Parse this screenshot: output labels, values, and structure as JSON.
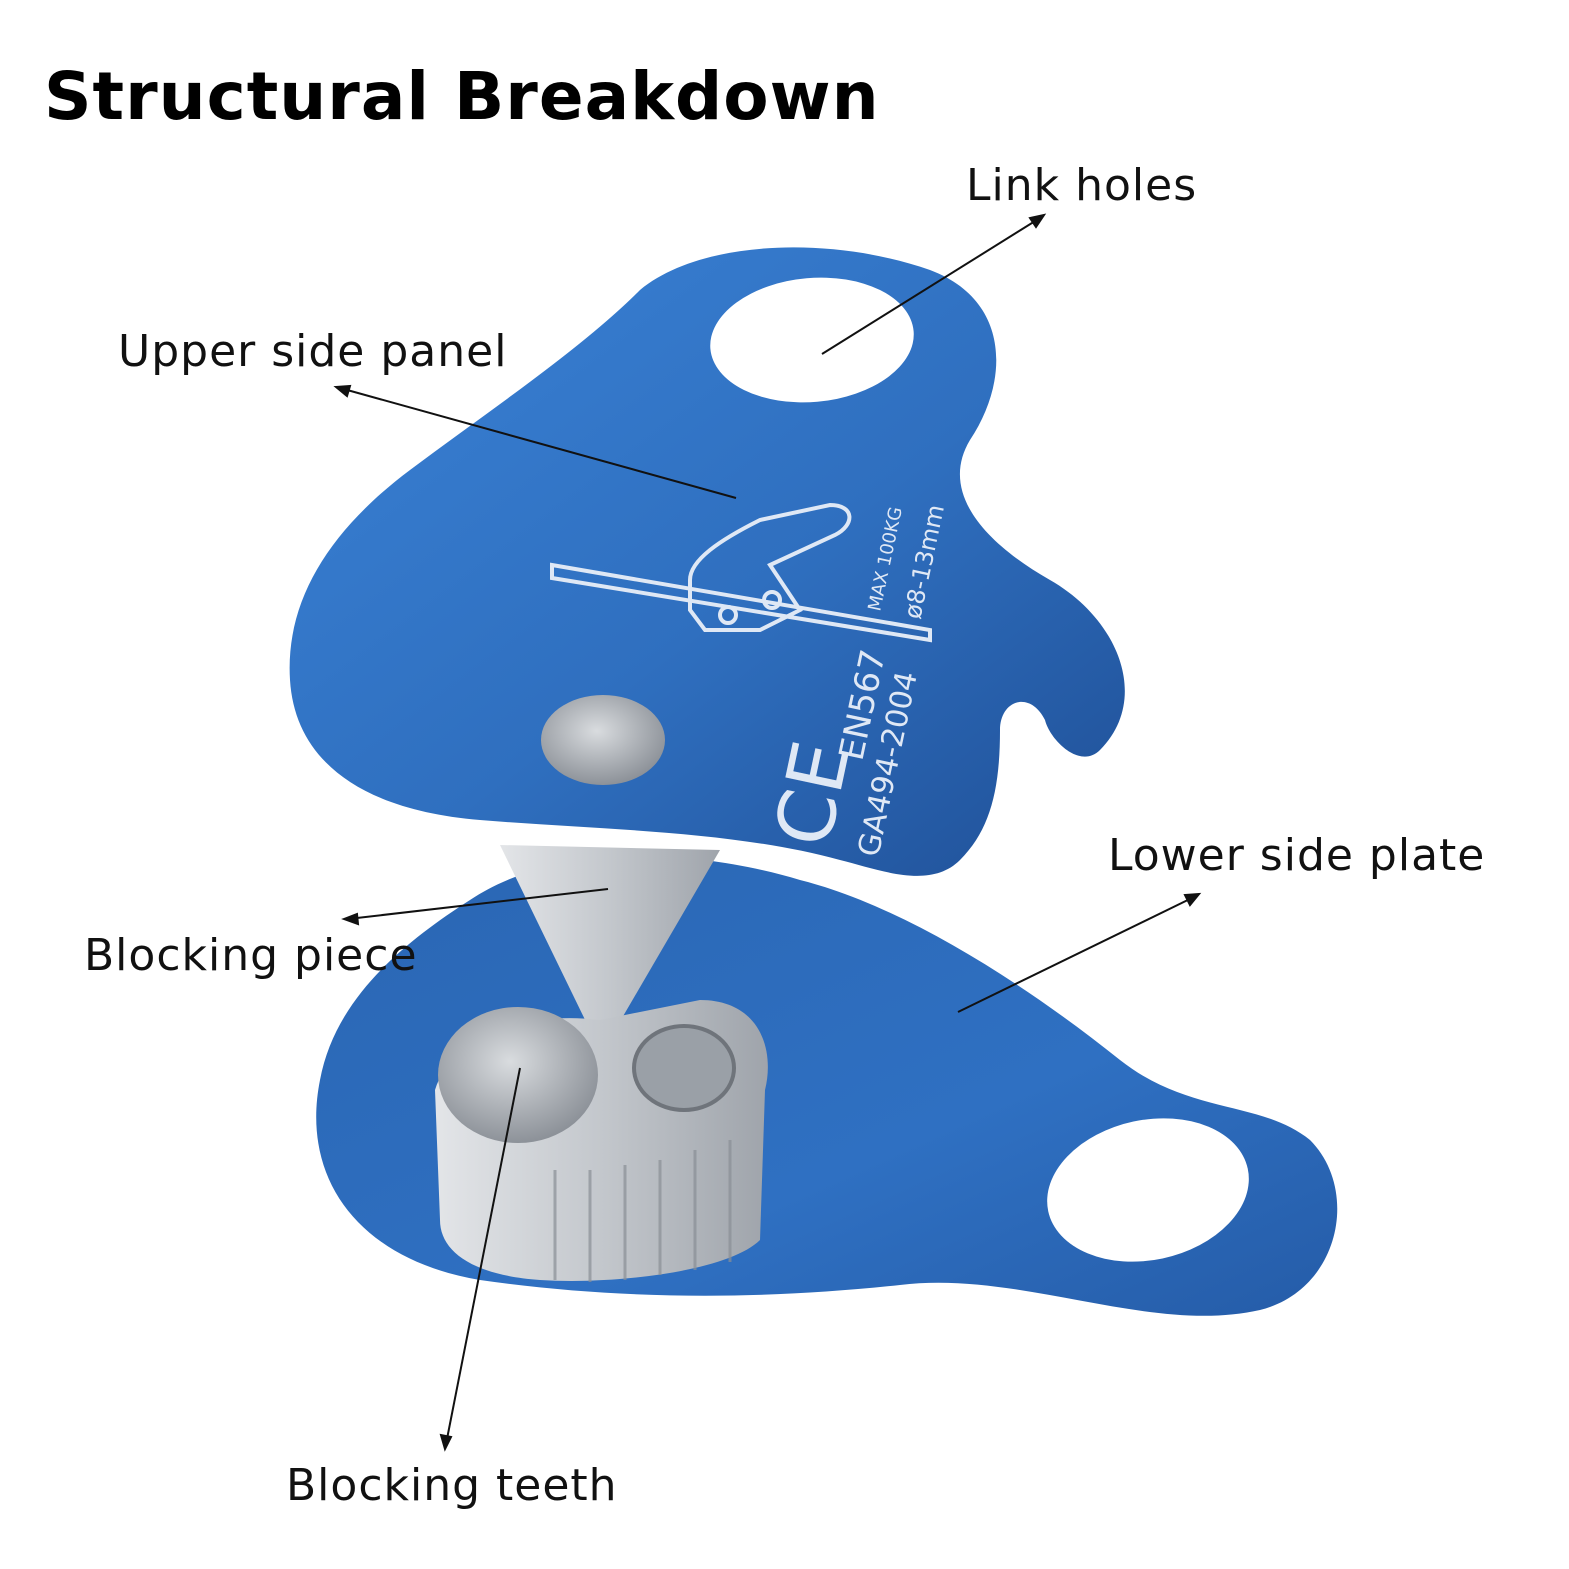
{
  "title": "Structural Breakdown",
  "callouts": {
    "link_holes": "Link holes",
    "upper_side_panel": "Upper side panel",
    "lower_side_plate": "Lower side plate",
    "blocking_piece": "Blocking piece",
    "blocking_teeth": "Blocking teeth"
  },
  "engraving": {
    "load": "MAX 100KG",
    "diameter": "ø8-13mm",
    "standard_1": "EN567",
    "standard_2": "GA494-2004",
    "mark": "CE"
  },
  "colors": {
    "plate_blue": "#2f6fbf",
    "plate_dark": "#1f4f96",
    "metal": "#c9ccd1"
  }
}
